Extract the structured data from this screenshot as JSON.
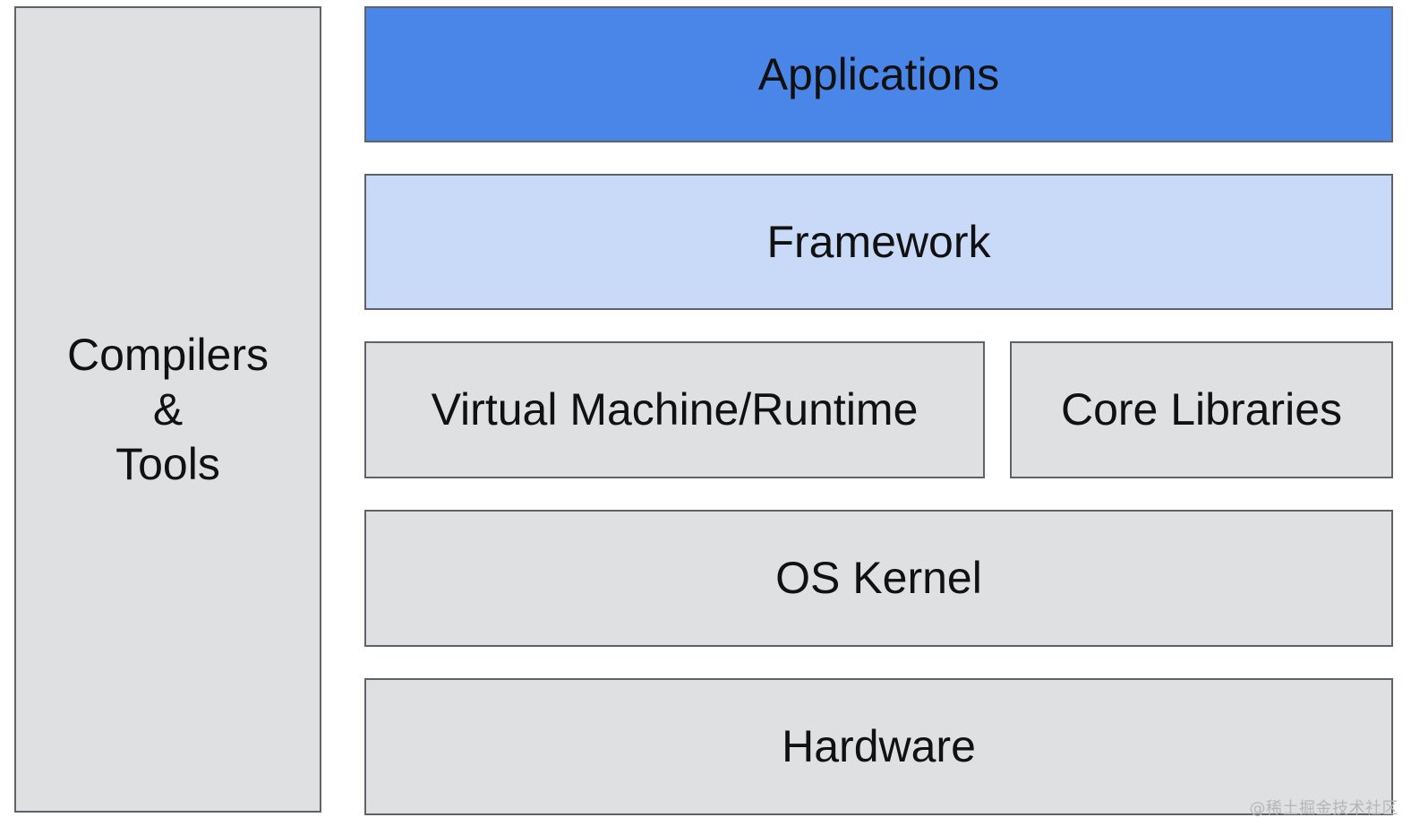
{
  "diagram": {
    "side_panel": {
      "lines": [
        "Compilers",
        "&",
        "Tools"
      ]
    },
    "layers": {
      "applications": "Applications",
      "framework": "Framework",
      "runtime": "Virtual Machine/Runtime",
      "core_libraries": "Core Libraries",
      "os_kernel": "OS Kernel",
      "hardware": "Hardware"
    }
  },
  "watermark": "@稀土掘金技术社区",
  "colors": {
    "applications_fill": "#4a86e8",
    "framework_fill": "#c9daf8",
    "default_fill": "#dfe0e2",
    "border": "#5f6368"
  }
}
